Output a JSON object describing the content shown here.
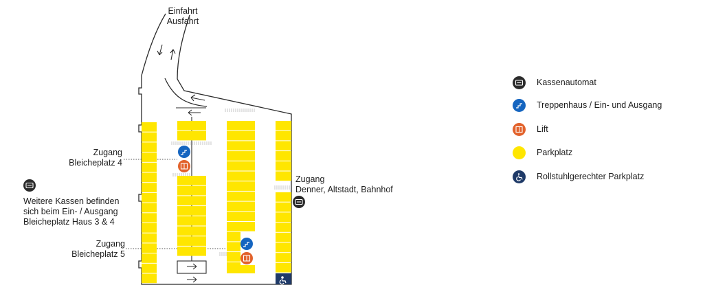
{
  "labels": {
    "entrance": [
      "Einfahrt",
      "Ausfahrt"
    ],
    "access_left_upper": [
      "Zugang",
      "Bleicheplatz 4"
    ],
    "access_left_lower": [
      "Zugang",
      "Bleicheplatz 5"
    ],
    "access_right": [
      "Zugang",
      "Denner, Altstadt, Bahnhof"
    ],
    "cashier_note": [
      "Weitere Kassen befinden",
      "sich beim Ein- / Ausgang",
      "Bleicheplatz Haus 3 & 4"
    ]
  },
  "legend": [
    {
      "icon": "cash-machine-icon",
      "label": "Kassenautomat",
      "color": "#2b2b2b"
    },
    {
      "icon": "stairs-icon",
      "label": "Treppenhaus / Ein- und Ausgang",
      "color": "#1565c0"
    },
    {
      "icon": "lift-icon",
      "label": "Lift",
      "color": "#e2622b"
    },
    {
      "icon": "parking-space-icon",
      "label": "Parkplatz",
      "color": "#ffe600"
    },
    {
      "icon": "wheelchair-icon",
      "label": "Rollstuhlgerechter Parkplatz",
      "color": "#1f3a68"
    }
  ],
  "colors": {
    "parking": "#ffe600",
    "outline": "#2b2b2b",
    "stairs": "#1565c0",
    "lift": "#e2622b",
    "accessible": "#1f3a68",
    "hatch": "#d0d0d0"
  }
}
